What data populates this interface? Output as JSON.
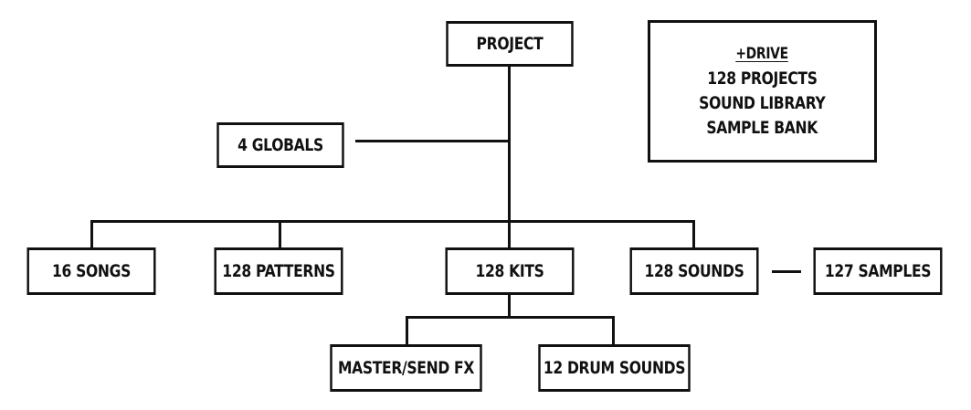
{
  "nodes": {
    "project": "PROJECT",
    "globals": "4 GLOBALS",
    "songs": "16 SONGS",
    "patterns": "128 PATTERNS",
    "kits": "128 KITS",
    "sounds": "128 SOUNDS",
    "samples": "127 SAMPLES",
    "master_send_fx": "MASTER/SEND FX",
    "drum_sounds": "12 DRUM SOUNDS"
  },
  "drive": {
    "heading": "+DRIVE",
    "lines": [
      "128 PROJECTS",
      "SOUND LIBRARY",
      "SAMPLE BANK"
    ]
  }
}
